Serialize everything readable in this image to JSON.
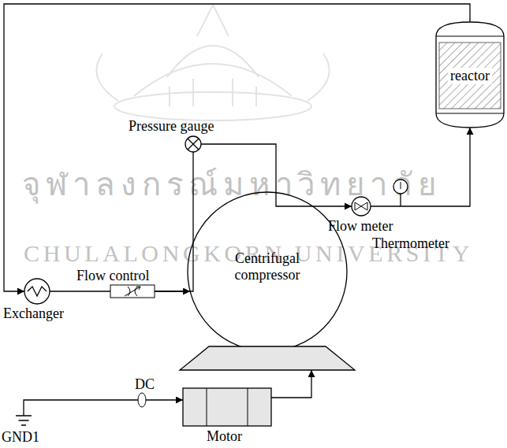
{
  "diagram": {
    "nodes": [
      {
        "text": [
          "reactor"
        ]
      },
      {
        "text": [
          "Pressure gauge"
        ]
      },
      {
        "text": [
          "Exchanger"
        ]
      },
      {
        "text": [
          "Flow control"
        ]
      },
      {
        "text": [
          "Centrifugal compressor"
        ]
      },
      {
        "text": [
          "Flow meter"
        ]
      },
      {
        "text": [
          "Thermometer"
        ]
      },
      {
        "text": [
          "Motor"
        ]
      },
      {
        "text": [
          "DC"
        ]
      },
      {
        "text": [
          "GND1"
        ]
      }
    ],
    "edges": [
      {
        "from": 0,
        "to": 2,
        "arrow": "to"
      },
      {
        "from": 2,
        "to": 3,
        "arrow": "none"
      },
      {
        "from": 3,
        "to": 4,
        "arrow": "to"
      },
      {
        "from": 1,
        "to": 3,
        "arrow": "none"
      },
      {
        "from": 1,
        "to": 5,
        "arrow": "to"
      },
      {
        "from": 5,
        "to": 0,
        "arrow": "to"
      },
      {
        "from": 7,
        "to": 4,
        "arrow": "to"
      },
      {
        "from": 8,
        "to": 7,
        "arrow": "to"
      },
      {
        "from": 9,
        "to": 8,
        "arrow": "none"
      }
    ],
    "labels": [
      "จุฬาลงกรณ์มหาวิทยาลัย",
      "CHULALONGKORN UNIVERSITY"
    ]
  }
}
